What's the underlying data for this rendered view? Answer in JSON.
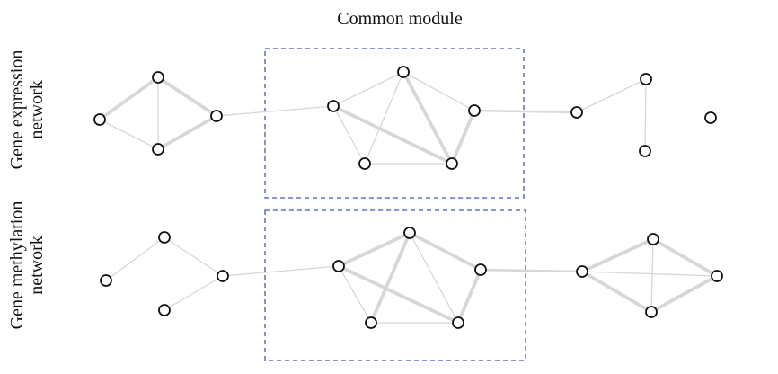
{
  "header": {
    "title": "Common module"
  },
  "rows": [
    {
      "key": "expression",
      "label_lines": [
        "Gene expression",
        "network"
      ]
    },
    {
      "key": "methylation",
      "label_lines": [
        "Gene methylation",
        "network"
      ]
    }
  ],
  "colors": {
    "edge": "#d7d7d7",
    "node_stroke": "#111111",
    "node_fill": "#ffffff",
    "module_box": "#4456b7"
  },
  "graphs": {
    "expression": {
      "nodes": [
        "e1",
        "e2",
        "e3",
        "e4",
        "e5",
        "e6",
        "e7",
        "e8",
        "e9",
        "e10",
        "e11",
        "e12"
      ],
      "edges": [
        [
          "e1",
          "e2",
          "strong"
        ],
        [
          "e1",
          "e3",
          "light"
        ],
        [
          "e2",
          "e3",
          "light"
        ],
        [
          "e2",
          "e4",
          "strong"
        ],
        [
          "e3",
          "e4",
          "strong"
        ],
        [
          "e4",
          "e5",
          "light"
        ],
        [
          "e5",
          "e6",
          "light"
        ],
        [
          "e5",
          "e7",
          "light"
        ],
        [
          "e5",
          "e8",
          "strong"
        ],
        [
          "e6",
          "e7",
          "light"
        ],
        [
          "e6",
          "e8",
          "strong"
        ],
        [
          "e6",
          "e9",
          "light"
        ],
        [
          "e7",
          "e8",
          "light"
        ],
        [
          "e8",
          "e9",
          "strong"
        ],
        [
          "e9",
          "e10",
          "medium"
        ],
        [
          "e10",
          "e11",
          "light"
        ],
        [
          "e11",
          "e12",
          "light"
        ]
      ]
    },
    "methylation": {
      "nodes": [
        "m1",
        "m2",
        "m3",
        "m4",
        "m5",
        "m6",
        "m7",
        "m8",
        "m9",
        "m10",
        "m11",
        "m12"
      ],
      "edges": [
        [
          "m1",
          "m2",
          "light"
        ],
        [
          "m2",
          "m4",
          "light"
        ],
        [
          "m3",
          "m4",
          "light"
        ],
        [
          "m4",
          "m5",
          "light"
        ],
        [
          "m5",
          "m6",
          "strong"
        ],
        [
          "m5",
          "m7",
          "light"
        ],
        [
          "m5",
          "m8",
          "strong"
        ],
        [
          "m6",
          "m7",
          "strong"
        ],
        [
          "m6",
          "m8",
          "light"
        ],
        [
          "m6",
          "m9",
          "strong"
        ],
        [
          "m7",
          "m8",
          "light"
        ],
        [
          "m8",
          "m9",
          "strong"
        ],
        [
          "m9",
          "m10",
          "medium"
        ],
        [
          "m10",
          "m11",
          "strong"
        ],
        [
          "m10",
          "m12",
          "light"
        ],
        [
          "m10",
          "m13",
          "strong"
        ],
        [
          "m11",
          "m12",
          "strong"
        ],
        [
          "m11",
          "m13",
          "light"
        ],
        [
          "m12",
          "m13",
          "strong"
        ]
      ]
    }
  }
}
